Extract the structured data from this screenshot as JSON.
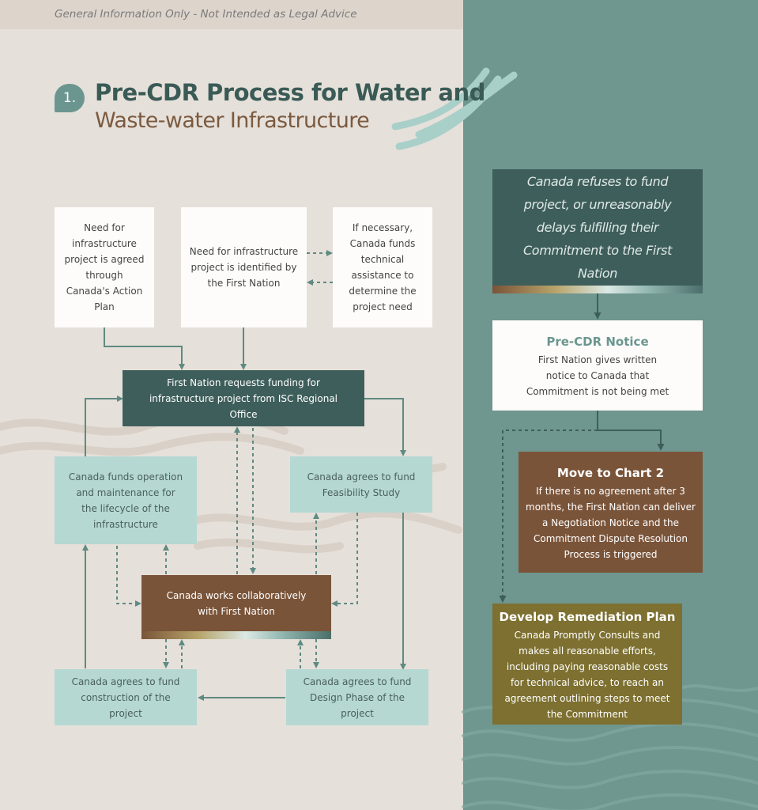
{
  "disclaimer": "General Information Only - Not Intended as Legal Advice",
  "section_number": "1.",
  "title_line1": "Pre-CDR Process for Water and",
  "title_line2": "Waste-water Infrastructure",
  "left_flow": {
    "box_action_plan": "Need for infrastructure project is agreed through Canada's Action Plan",
    "box_identified": "Need for infrastructure project is identified by the First Nation",
    "box_technical": "If necessary, Canada funds technical assistance to determine the project need",
    "box_request": "First Nation requests funding for infrastructure project from ISC Regional Office",
    "box_operation": "Canada funds operation and maintenance for the lifecycle of the infrastructure",
    "box_feasibility": "Canada agrees to fund Feasibility Study",
    "box_collab": "Canada works collaboratively with First Nation",
    "box_construction": "Canada agrees to fund construction of the project",
    "box_design": "Canada agrees to fund Design Phase of the project"
  },
  "right_flow": {
    "refuses": "Canada refuses to fund project, or unreasonably delays fulfilling their Commitment to the First Nation",
    "notice_title": "Pre-CDR Notice",
    "notice_body": "First Nation gives written notice to Canada that Commitment is not being met",
    "chart2_title": "Move to Chart 2",
    "chart2_body": "If there is no agreement after 3 months, the First Nation can deliver a Negotiation Notice and the Commitment Dispute Resolution Process is triggered",
    "remediation_title": "Develop Remediation Plan",
    "remediation_body": "Canada Promptly Consults and makes all reasonable efforts, including paying reasonable costs for technical advice, to reach an agreement outlining steps to meet the Commitment"
  },
  "colors": {
    "left_bg": "#e6e0da",
    "right_bg": "#6f968f",
    "dark_teal": "#3e5e5b",
    "light_teal": "#b5d8d3",
    "brown": "#7a5439",
    "olive": "#7d7030",
    "arrow": "#5f8a82"
  }
}
